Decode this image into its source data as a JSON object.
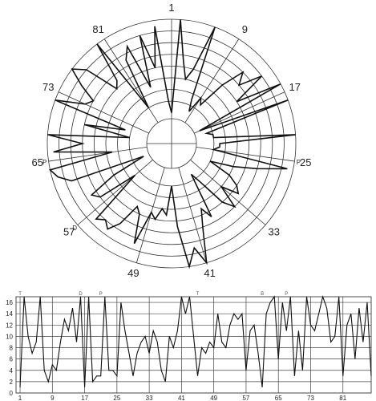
{
  "chart_data": [
    {
      "type": "line",
      "subtype": "polar",
      "title": "",
      "angle_labels": [
        "1",
        "9",
        "17",
        "25",
        "33",
        "41",
        "49",
        "57",
        "65",
        "73",
        "81"
      ],
      "angle_label_positions": [
        1,
        9,
        17,
        25,
        33,
        41,
        49,
        57,
        65,
        73,
        81
      ],
      "theta_period": 88,
      "direction": "clockwise",
      "zero_at": "top",
      "r_range": [
        0,
        17
      ],
      "rings": [
        3,
        5,
        7,
        9,
        11,
        13,
        15,
        17
      ],
      "grid": true,
      "markers": [
        {
          "label": "P",
          "position": 25
        },
        {
          "label": "P",
          "position": 65
        },
        {
          "label": "D",
          "position": 57
        }
      ],
      "series": [
        {
          "x": [
            1,
            2,
            3,
            4,
            5,
            6,
            7,
            8,
            9,
            10,
            11,
            12,
            13,
            14,
            15,
            16,
            17,
            18,
            19,
            20,
            21,
            22,
            23,
            24,
            25,
            26,
            27,
            28,
            29,
            30,
            31,
            32,
            33,
            34,
            35,
            36,
            37,
            38,
            39,
            40,
            41,
            42,
            43,
            44,
            45,
            46,
            47,
            48,
            49,
            50,
            51,
            52,
            53,
            54,
            55,
            56,
            57,
            58,
            59,
            60,
            61,
            62,
            63,
            64,
            65,
            66,
            67,
            68,
            69,
            70,
            71,
            72,
            73,
            74,
            75,
            76,
            77,
            78,
            79,
            80,
            81,
            82,
            83,
            84,
            85,
            86,
            87,
            88
          ],
          "values": [
            1,
            17,
            10,
            7,
            9,
            17,
            4,
            2,
            5,
            4,
            9,
            13,
            11,
            15,
            9,
            17,
            1,
            17,
            2,
            3,
            3,
            17,
            4,
            4,
            3,
            16,
            11,
            7,
            3,
            7,
            9,
            10,
            7,
            11,
            9,
            4,
            2,
            10,
            8,
            11,
            17,
            14,
            17,
            10,
            3,
            8,
            7,
            9,
            8,
            14,
            9,
            8,
            12,
            14,
            13,
            14,
            4,
            11,
            12,
            7,
            1,
            14,
            16,
            17,
            6,
            16,
            11,
            17,
            3,
            11,
            4,
            17,
            12,
            11,
            14,
            17,
            15,
            9,
            10,
            17,
            3,
            12,
            14,
            6,
            15,
            9,
            16,
            3
          ]
        }
      ]
    },
    {
      "type": "line",
      "title": "",
      "x_ticks": [
        "1",
        "9",
        "17",
        "25",
        "33",
        "41",
        "49",
        "57",
        "65",
        "73",
        "81"
      ],
      "y_ticks": [
        "0",
        "2",
        "4",
        "6",
        "8",
        "10",
        "12",
        "14",
        "16"
      ],
      "xlim": [
        0,
        88
      ],
      "ylim": [
        0,
        17
      ],
      "grid": true,
      "marker_labels": [
        {
          "label": "T",
          "position": 1
        },
        {
          "label": "D",
          "position": 16
        },
        {
          "label": "P",
          "position": 21
        },
        {
          "label": "T",
          "position": 45
        },
        {
          "label": "B",
          "position": 61
        },
        {
          "label": "P",
          "position": 67
        }
      ],
      "series": [
        {
          "x": [
            1,
            2,
            3,
            4,
            5,
            6,
            7,
            8,
            9,
            10,
            11,
            12,
            13,
            14,
            15,
            16,
            17,
            18,
            19,
            20,
            21,
            22,
            23,
            24,
            25,
            26,
            27,
            28,
            29,
            30,
            31,
            32,
            33,
            34,
            35,
            36,
            37,
            38,
            39,
            40,
            41,
            42,
            43,
            44,
            45,
            46,
            47,
            48,
            49,
            50,
            51,
            52,
            53,
            54,
            55,
            56,
            57,
            58,
            59,
            60,
            61,
            62,
            63,
            64,
            65,
            66,
            67,
            68,
            69,
            70,
            71,
            72,
            73,
            74,
            75,
            76,
            77,
            78,
            79,
            80,
            81,
            82,
            83,
            84,
            85,
            86,
            87,
            88
          ],
          "values": [
            1,
            17,
            10,
            7,
            9,
            17,
            4,
            2,
            5,
            4,
            9,
            13,
            11,
            15,
            9,
            17,
            1,
            17,
            2,
            3,
            3,
            17,
            4,
            4,
            3,
            16,
            11,
            7,
            3,
            7,
            9,
            10,
            7,
            11,
            9,
            4,
            2,
            10,
            8,
            11,
            17,
            14,
            17,
            10,
            3,
            8,
            7,
            9,
            8,
            14,
            9,
            8,
            12,
            14,
            13,
            14,
            4,
            11,
            12,
            7,
            1,
            14,
            16,
            17,
            6,
            16,
            11,
            17,
            3,
            11,
            4,
            17,
            12,
            11,
            14,
            17,
            15,
            9,
            10,
            17,
            3,
            12,
            14,
            6,
            15,
            9,
            16,
            3
          ]
        }
      ]
    }
  ]
}
